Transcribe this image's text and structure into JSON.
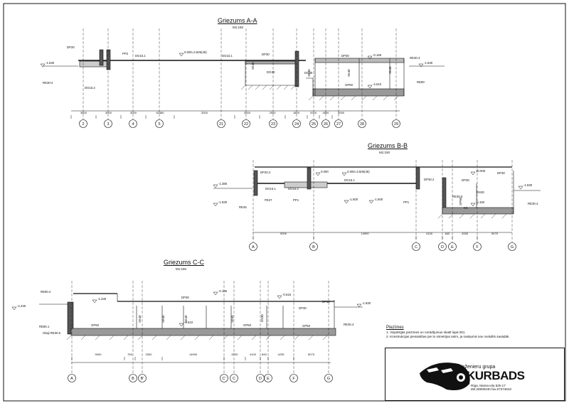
{
  "sections": [
    {
      "title": "Griezums A-A",
      "scale": "M1:150"
    },
    {
      "title": "Griezums B-B",
      "scale": "M1:150"
    },
    {
      "title": "Griezums C-C",
      "scale": "M1:150"
    }
  ],
  "section_a": {
    "axes": [
      "2",
      "3",
      "4",
      "5",
      "21",
      "22",
      "23",
      "24",
      "25",
      "26",
      "27",
      "28",
      "29"
    ],
    "dimensions": [
      "3600",
      "3900",
      "3000",
      "62380",
      "3300",
      "3900",
      "2500",
      "1800",
      "2000",
      "4850",
      "5050"
    ],
    "levels": [
      "-1.530",
      "0.000=3.505(45)",
      "-0.165",
      "-4.510",
      "-1.530"
    ],
    "labels": [
      "DP20",
      "PP2",
      "DG15.1",
      "RE30-2",
      "DG15.2",
      "DG15.1",
      "DP30",
      "DG30",
      "SK40",
      "DG30",
      "SK40",
      "DP30",
      "SK40",
      "GP60",
      "SK40",
      "RE30.3",
      "RE80"
    ]
  },
  "section_b": {
    "axes": [
      "A",
      "B",
      "C",
      "D",
      "E",
      "F",
      "G"
    ],
    "dimensions": [
      "9000",
      "14900",
      "4100",
      "840",
      "4335",
      "5075"
    ],
    "levels": [
      "-1.380",
      "-1.830",
      "0.000",
      "0.000=3.505(45)",
      "-1.500",
      "-1.500",
      "±0.000",
      "-4.160",
      "-1.830"
    ],
    "labels": [
      "DP20.2",
      "DG15.1",
      "DG15.2",
      "DG15.1",
      "PE27",
      "PP1",
      "PP1",
      "RE45",
      "DP30.2",
      "DP30",
      "DP30",
      "RE30.5",
      "DS30",
      "K3",
      "GP60",
      "RE30.4"
    ]
  },
  "section_c": {
    "axes": [
      "A",
      "B",
      "B'",
      "C'",
      "C",
      "D",
      "E",
      "F",
      "G"
    ],
    "dimensions": [
      "9000",
      "750",
      "3300",
      "14900",
      "6700",
      "4100",
      "840",
      "4235",
      "5075"
    ],
    "levels": [
      "-2.230",
      "-1.230",
      "-0.165",
      "-0.515",
      "-4.510",
      "-1.830"
    ],
    "labels": [
      "RE80.2",
      "RE80.1",
      "Izlaiji RE30.6",
      "GP60",
      "SK40",
      "SK40",
      "SK40",
      "GP60",
      "SK40",
      "DS30",
      "DP30",
      "DP30",
      "GP60",
      "RE30.4",
      "DP30"
    ]
  },
  "notes": {
    "title": "Piezīmes",
    "items": [
      "1. Vispārīgās piezīmes un norādījumus skatīt lapā 001.",
      "2. Konstrukcijas piesaistītas pie to simetrijas asīm, ja rasējumā nav norādīts savādāk."
    ]
  },
  "title_block": {
    "company": "inženieru grupa",
    "brand": "KURBADS",
    "address": "Rīga, Marsa iela 52k-17",
    "contacts": "tālr.26900340  fax.67374643"
  }
}
